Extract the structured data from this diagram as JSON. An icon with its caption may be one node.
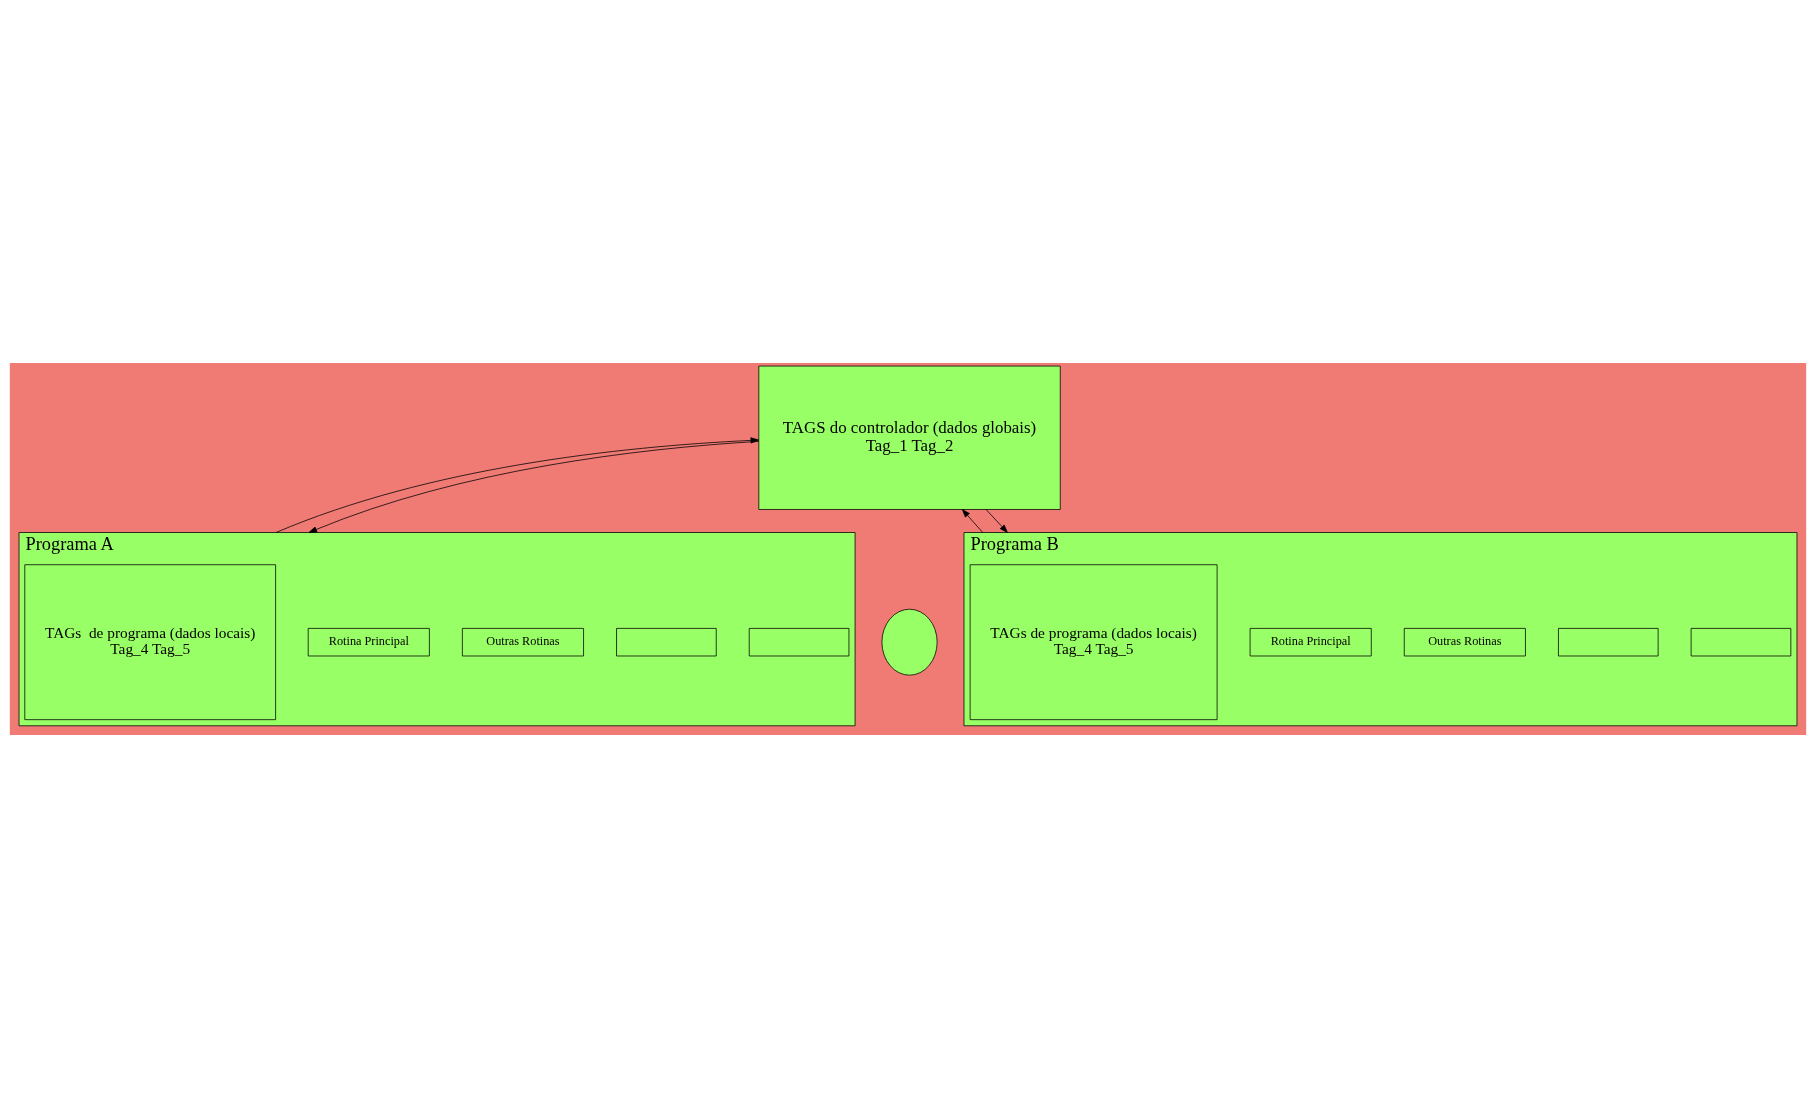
{
  "diagram": {
    "nodes": [
      {
        "text": [
          "TAGS do controlador (dados globais)",
          "Tag_1 Tag_2"
        ]
      },
      {
        "text": [
          "Programa A"
        ]
      },
      {
        "text": [],
        "shape": "box",
        "in": 1
      },
      {
        "text": [],
        "shape": "box",
        "in": 1
      },
      {
        "text": [
          "Outras Rotinas"
        ],
        "in": 1
      },
      {
        "text": [
          "Rotina Principal"
        ],
        "in": 1
      },
      {
        "text": [
          "TAGs  de programa (dados locais)",
          "Tag_4 Tag_5"
        ],
        "in": 1
      },
      {
        "text": [],
        "shape": "circle"
      },
      {
        "text": [
          "Programa B"
        ]
      },
      {
        "text": [],
        "shape": "box",
        "in": 8
      },
      {
        "text": [],
        "shape": "box",
        "in": 8
      },
      {
        "text": [
          "Outras Rotinas"
        ],
        "in": 8
      },
      {
        "text": [
          "Rotina Principal"
        ],
        "in": 8
      },
      {
        "text": [
          "TAGs de programa (dados locais)",
          "Tag_4 Tag_5"
        ],
        "in": 8
      }
    ],
    "edges": [
      {
        "from": 1,
        "to": 0,
        "arrow": "to"
      },
      {
        "from": 0,
        "to": 1,
        "arrow": "to"
      },
      {
        "from": 8,
        "to": 0,
        "arrow": "to"
      },
      {
        "from": 0,
        "to": 8,
        "arrow": "to"
      }
    ]
  }
}
